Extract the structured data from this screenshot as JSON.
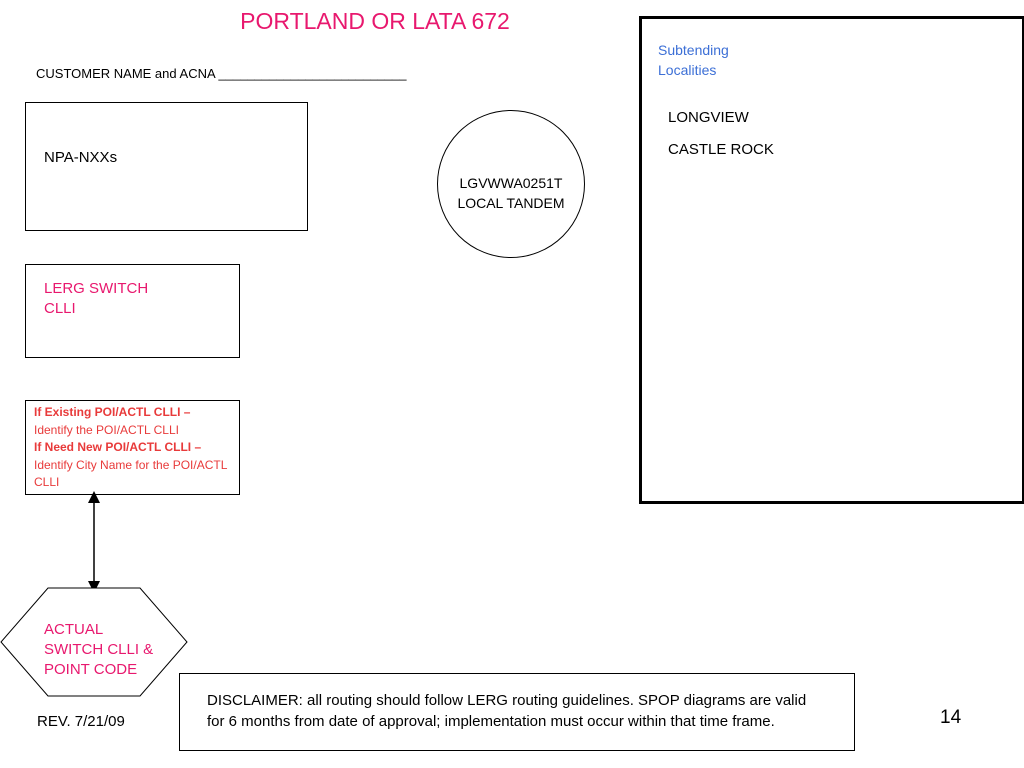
{
  "title": "PORTLAND OR LATA 672",
  "customer_label": "CUSTOMER NAME and ACNA __________________________",
  "npa_box": {
    "label": "NPA-NXXs"
  },
  "lerg_box": {
    "line1": "LERG SWITCH",
    "line2": "CLLI"
  },
  "poi_box": {
    "existing_bold": "If Existing POI/ACTL CLLI –",
    "existing_text": "Identify the POI/ACTL CLLI",
    "new_bold": "If Need New POI/ACTL CLLI –",
    "new_text": "Identify City Name for the POI/ACTL CLLI"
  },
  "tandem": {
    "line1": "LGVWWA0251T",
    "line2": "LOCAL TANDEM"
  },
  "subtending": {
    "title_line1": "Subtending",
    "title_line2": "Localities",
    "localities": [
      "LONGVIEW",
      "CASTLE ROCK"
    ]
  },
  "actual_switch": {
    "line1": "ACTUAL",
    "line2": "SWITCH CLLI &",
    "line3": "POINT CODE"
  },
  "disclaimer": "DISCLAIMER: all routing should follow LERG routing guidelines. SPOP diagrams are valid for 6 months from date of approval; implementation must occur within that time frame.",
  "revision": "REV. 7/21/09",
  "page_number": "14",
  "colors": {
    "title": "#e8186e",
    "subtending_title": "#3c6fd6",
    "poi_text": "#e83a3a"
  }
}
